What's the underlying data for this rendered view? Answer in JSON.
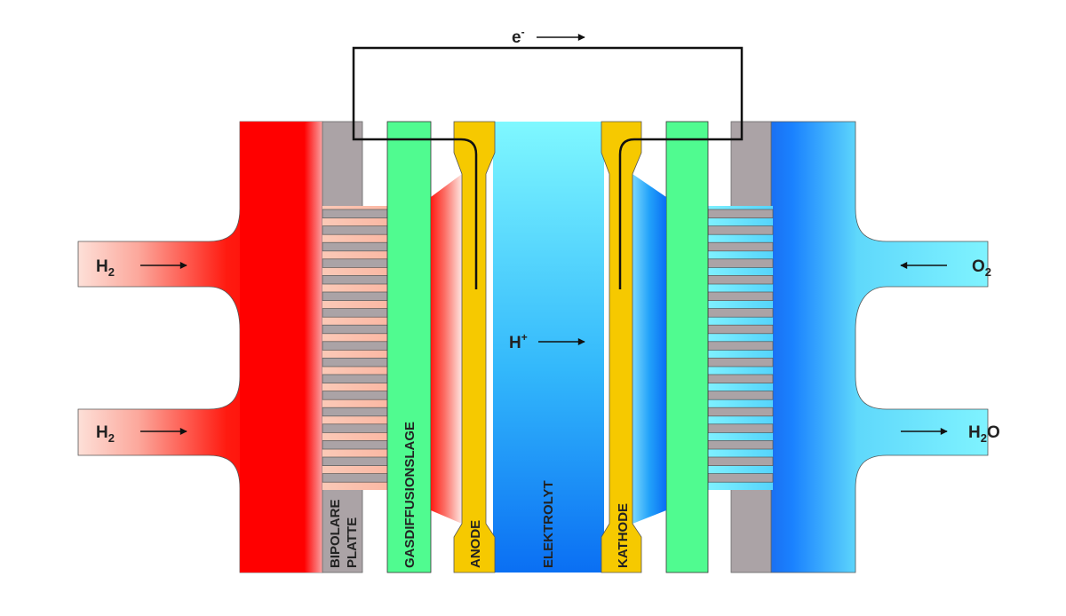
{
  "labels": {
    "electron": "e",
    "electron_sup": "-",
    "proton": "H",
    "proton_sup": "+",
    "h2_top": "H",
    "h2_top_sub": "2",
    "h2_bottom": "H",
    "h2_bottom_sub": "2",
    "o2": "O",
    "o2_sub": "2",
    "h2o_h": "H",
    "h2o_sub": "2",
    "h2o_o": "O",
    "bipolar_line1": "BIPOLARE",
    "bipolar_line2": "PLATTE",
    "gas_diffusion": "GASDIFFUSIONSLAGE",
    "anode": "ANODE",
    "electrolyte": "ELEKTROLYT",
    "cathode": "KATHODE"
  },
  "colors": {
    "hydrogen": "#ff0000",
    "oxygen": "#1a7bff",
    "oxygen_light": "#7ff3ff",
    "bipolar_plate": "#aba3a6",
    "gas_diffusion_layer": "#50fb90",
    "electrode": "#f6c900",
    "electrolyte_top": "#7ff8ff",
    "electrolyte_bottom": "#0a72f2",
    "wire": "#111111"
  }
}
